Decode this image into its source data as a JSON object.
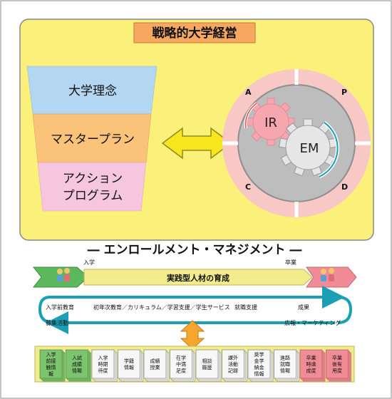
{
  "top_panel": {
    "title": "戦略的大学経営",
    "funnel": [
      "大学理念",
      "マスタープラン",
      "アクション",
      "プログラム"
    ],
    "cycle_letters": {
      "a": "A",
      "p": "P",
      "c": "C",
      "d": "D"
    },
    "gears": {
      "ir": "IR",
      "em": "EM"
    }
  },
  "em_heading": "― エンロールメント・マネジメント ―",
  "flow": {
    "admission_label": "入学",
    "graduation_label": "卒業",
    "banner": "実践型人材の育成",
    "phases": [
      "入学前教育",
      "初年次教育／カリキュラム／学習支援／学生サービス",
      "就職支援",
      "成果"
    ],
    "bottom_left": "募集活動",
    "bottom_right": "広報・マーケティング"
  },
  "data_sources": [
    {
      "label": "入学前接触情報",
      "group": "green"
    },
    {
      "label": "入試成績情報",
      "group": "green"
    },
    {
      "label": "入学時期待度",
      "group": "white"
    },
    {
      "label": "学籍情報",
      "group": "white"
    },
    {
      "label": "成績授業",
      "group": "white"
    },
    {
      "label": "在学中満足度",
      "group": "white"
    },
    {
      "label": "相談履歴",
      "group": "white"
    },
    {
      "label": "課外活動記録",
      "group": "white"
    },
    {
      "label": "奨学金学納金情報",
      "group": "white"
    },
    {
      "label": "進路就職情報",
      "group": "white"
    },
    {
      "label": "卒業時達成度",
      "group": "pink"
    },
    {
      "label": "卒業後有用度",
      "group": "pink"
    }
  ],
  "colors": {
    "panel_yellow": "#FAF07A",
    "title_orange": "#F6A860",
    "funnel_blue": "#B3D7F2",
    "funnel_orange": "#FBC37A",
    "funnel_pink": "#F5C6DE",
    "arrow_yellow": "#F5E61E",
    "banner_yellow": "#F2EC8C",
    "cycle_teal": "#179BB0",
    "green_box": "#7CC46E",
    "pink_box": "#F08C96"
  }
}
